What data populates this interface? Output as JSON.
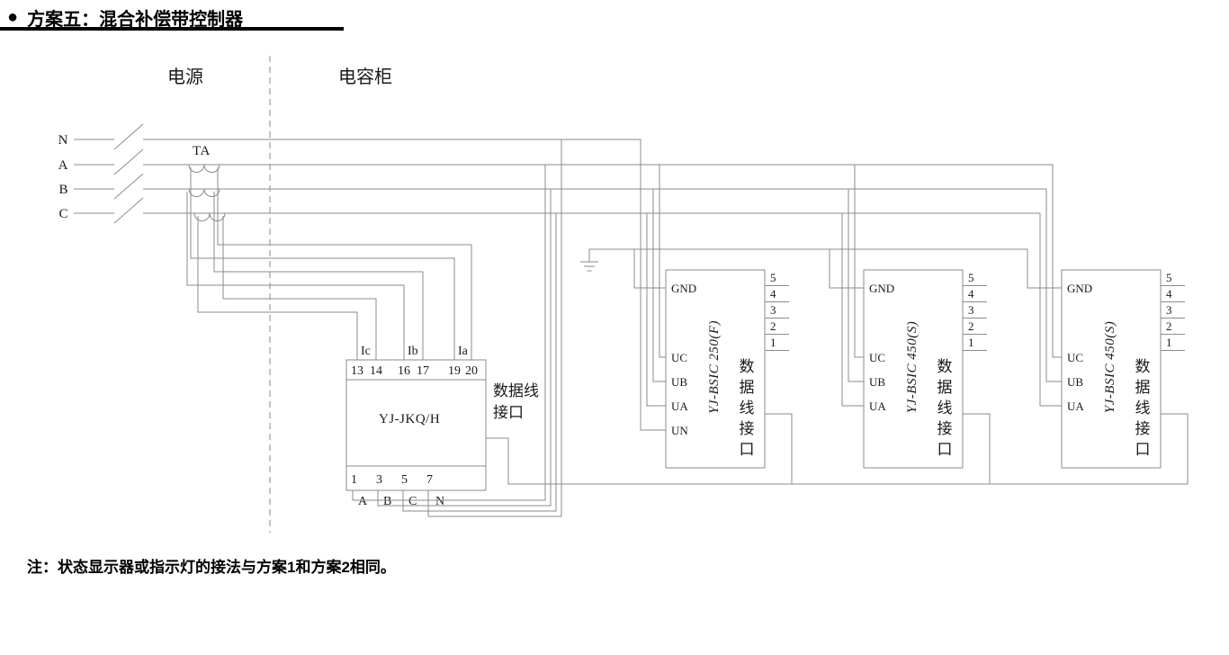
{
  "title": {
    "bullet": "●",
    "text": "方案五：混合补偿带控制器"
  },
  "sections": {
    "power": "电源",
    "cabinet": "电容柜"
  },
  "phases": {
    "n": "N",
    "a": "A",
    "b": "B",
    "c": "C"
  },
  "ct": {
    "label": "TA"
  },
  "controller": {
    "model": "YJ-JKQ/H",
    "top_terminals": [
      "13",
      "14",
      "16",
      "17",
      "19",
      "20"
    ],
    "ct_inputs": [
      "Ic",
      "Ib",
      "Ia"
    ],
    "bottom_terminals": [
      "1",
      "3",
      "5",
      "7"
    ],
    "bottom_phases": [
      "A",
      "B",
      "C",
      "N"
    ],
    "data_port_line1": "数据线",
    "data_port_line2": "接口"
  },
  "modules": [
    {
      "model": "YJ-BSIC 250(F)",
      "terminals": [
        "GND",
        "UC",
        "UB",
        "UA",
        "UN"
      ],
      "pins": [
        "5",
        "4",
        "3",
        "2",
        "1"
      ],
      "data_port": "数据线接口"
    },
    {
      "model": "YJ-BSIC 450(S)",
      "terminals": [
        "GND",
        "UC",
        "UB",
        "UA"
      ],
      "pins": [
        "5",
        "4",
        "3",
        "2",
        "1"
      ],
      "data_port": "数据线接口"
    },
    {
      "model": "YJ-BSIC 450(S)",
      "terminals": [
        "GND",
        "UC",
        "UB",
        "UA"
      ],
      "pins": [
        "5",
        "4",
        "3",
        "2",
        "1"
      ],
      "data_port": "数据线接口"
    }
  ],
  "note": "注：状态显示器或指示灯的接法与方案1和方案2相同。",
  "colors": {
    "line": "#8b8b8b",
    "text": "#1a1a1a",
    "title": "#000000"
  }
}
